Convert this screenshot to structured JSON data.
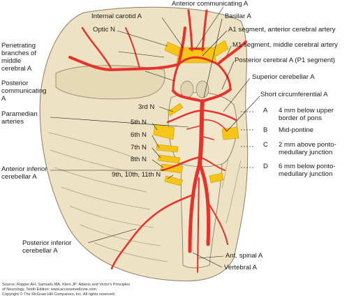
{
  "labels": {
    "anterior_communicating": "Anterior communicating A",
    "internal_carotid": "Internal carotid A",
    "basilar": "Basilar A",
    "optic_n": "Optic N",
    "a1_segment": "A1 segment, anterior cerebral artery",
    "m1_segment": "M1 segment, middle cerebral artery",
    "posterior_cerebral_p1": "Posterior cerebral A (P1 segment)",
    "penetrating_branches": "Penetrating\nbranches of\nmiddle\ncerebral A",
    "superior_cerebellar": "Superior cerebellar A",
    "posterior_communicating": "Posterior\ncommunicating\nA",
    "short_circumferential": "Short circumferential A",
    "third_n": "3rd N",
    "paramedian": "Paramedian\narteries",
    "fifth_n": "5th N",
    "sixth_n": "6th N",
    "seventh_n": "7th N",
    "eighth_n": "8th N",
    "lower_cranial_n": "9th, 10th, 11th N",
    "aica": "Anterior inferior\ncerebellar A",
    "pica": "Posterior inferior\ncerebellar A",
    "ant_spinal": "Ant. spinal A",
    "vertebral": "Vertebral A"
  },
  "levels": [
    {
      "letter": "A",
      "text": "4 mm below upper\nborder of pons"
    },
    {
      "letter": "B",
      "text": "Mid-pontine"
    },
    {
      "letter": "C",
      "text": "2 mm above ponto-\nmedullary junction"
    },
    {
      "letter": "D",
      "text": "6 mm below ponto-\nmedullary junction"
    }
  ],
  "source": {
    "line1": "Source: Ropper AH, Samuels MA, Klein JP: Adams and Victor's Principles",
    "line2": "of Neurology, Tenth Edition: www.accessmedicine.com",
    "line3": "Copyright © The McGraw-Hill Companies, Inc. All rights reserved."
  },
  "colors": {
    "artery": "#e8312a",
    "nerve": "#f5c518",
    "brain": "#ede2c3",
    "outline": "#8a7f66"
  }
}
